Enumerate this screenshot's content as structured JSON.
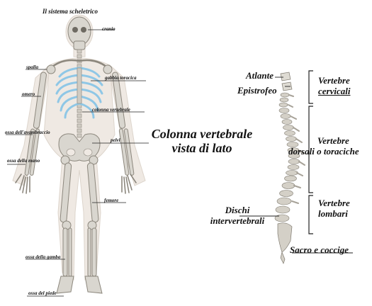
{
  "skeleton": {
    "title": "Il sistema scheletrico",
    "labels": {
      "cranio": "cranio",
      "spalla": "spalla",
      "gabbia": "gabbia toracica",
      "omero": "omero",
      "colonna": "colonna vertebrale",
      "avambraccio": "ossa dell'avambraccio",
      "pelvi": "pelvi",
      "mano": "ossa della mano",
      "femore": "femore",
      "gamba": "ossa della gamba",
      "piede": "ossa del piede"
    }
  },
  "spine": {
    "title_line1": "Colonna vertebrale",
    "title_line2": "vista di lato",
    "atlante": "Atlante",
    "epistrofeo": "Epistrofeo",
    "cervicali_1": "Vertebre",
    "cervicali_2": "cervicali",
    "dorsali_1": "Vertebre",
    "dorsali_2": "dorsali o toraciche",
    "lombari_1": "Vertebre",
    "lombari_2": "lombari",
    "dischi_1": "Dischi",
    "dischi_2": "intervertebrali",
    "sacro": "Sacro e coccige"
  },
  "colors": {
    "bone": "#d9d6cf",
    "bone_stroke": "#8c877d",
    "body": "#efe9e3",
    "ribs": "#8fc7e6",
    "line": "#222222"
  }
}
